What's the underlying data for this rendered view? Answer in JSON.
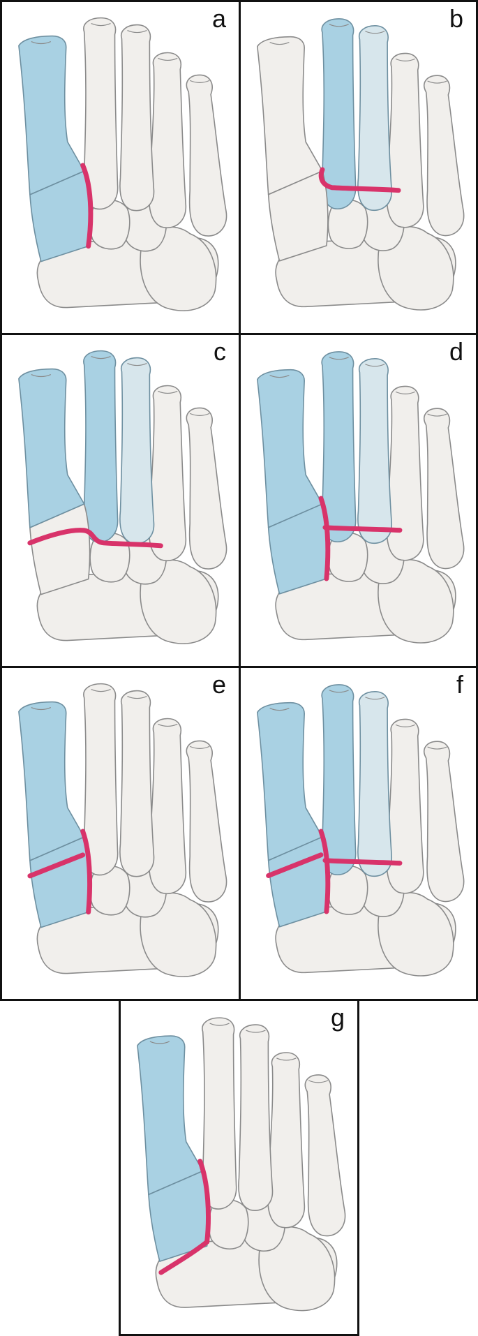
{
  "panels": [
    {
      "label": "a",
      "highlight": [
        "first-metatarsal",
        "medial-cuneiform"
      ],
      "light": [],
      "line": "medial-vertical"
    },
    {
      "label": "b",
      "highlight": [
        "second-metatarsal"
      ],
      "light": [
        "third-metatarsal"
      ],
      "line": "central-hook"
    },
    {
      "label": "c",
      "highlight": [
        "first-metatarsal",
        "second-metatarsal"
      ],
      "light": [
        "third-metatarsal"
      ],
      "line": "oblique-plus-hook"
    },
    {
      "label": "d",
      "highlight": [
        "first-metatarsal",
        "medial-cuneiform",
        "second-metatarsal"
      ],
      "light": [
        "third-metatarsal"
      ],
      "line": "vertical-plus-hook"
    },
    {
      "label": "e",
      "highlight": [
        "first-metatarsal",
        "medial-cuneiform"
      ],
      "light": [],
      "line": "oblique-plus-vertical"
    },
    {
      "label": "f",
      "highlight": [
        "first-metatarsal",
        "medial-cuneiform",
        "second-metatarsal"
      ],
      "light": [
        "third-metatarsal"
      ],
      "line": "oblique-vertical-hook"
    },
    {
      "label": "g",
      "highlight": [
        "first-metatarsal",
        "medial-cuneiform"
      ],
      "light": [],
      "line": "vertical-plus-base"
    }
  ],
  "colors": {
    "bone": "#f1efec",
    "bone_stroke": "#8a8a8a",
    "highlight": "#a9d1e3",
    "highlight_stroke": "#6d8fa0",
    "light_highlight": "#d7e6ec",
    "line": "#d8336a",
    "frame": "#111111"
  }
}
